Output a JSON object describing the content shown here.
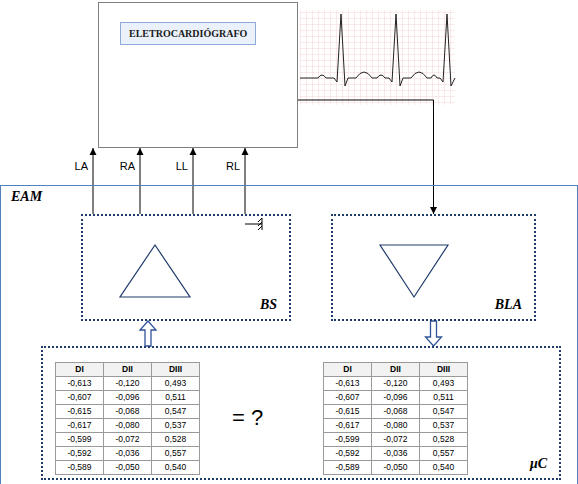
{
  "diagram": {
    "nodes": [
      {
        "text": [
          "ELETROCARDIÓGRAFO"
        ]
      },
      {
        "text": [
          "EAM"
        ]
      },
      {
        "text": [
          "BS"
        ],
        "in": 1
      },
      {
        "text": [
          "BLA"
        ],
        "in": 1
      },
      {
        "text": [
          "μC"
        ],
        "in": 1
      }
    ],
    "edges": [
      {
        "from": 2,
        "to": 0,
        "label": "LA",
        "arrow": "to"
      },
      {
        "from": 2,
        "to": 0,
        "label": "RA",
        "arrow": "to"
      },
      {
        "from": 2,
        "to": 0,
        "label": "LL",
        "arrow": "to"
      },
      {
        "from": 2,
        "to": 0,
        "label": "RL",
        "arrow": "to"
      },
      {
        "from": 0,
        "to": 3,
        "arrow": "to"
      },
      {
        "from": 4,
        "to": 2,
        "arrow": "to"
      },
      {
        "from": 3,
        "to": 4,
        "arrow": "to"
      }
    ],
    "labels": [
      "DI",
      "DII",
      "DIII",
      "-0,613",
      "-0,120",
      "0,493",
      "-0,607",
      "-0,096",
      "0,511",
      "-0,615",
      "-0,068",
      "0,547",
      "-0,617",
      "-0,080",
      "0,537",
      "-0,599",
      "-0,072",
      "0,528",
      "-0,592",
      "-0,036",
      "0,557",
      "-0,589",
      "-0,050",
      "0,540",
      "= ?",
      "DI",
      "DII",
      "DIII",
      "-0,613",
      "-0,120",
      "0,493",
      "-0,607",
      "-0,096",
      "0,511",
      "-0,615",
      "-0,068",
      "0,547",
      "-0,617",
      "-0,080",
      "0,537",
      "-0,599",
      "-0,072",
      "0,528",
      "-0,592",
      "-0,036",
      "0,557",
      "-0,589",
      "-0,050",
      "0,540"
    ]
  }
}
